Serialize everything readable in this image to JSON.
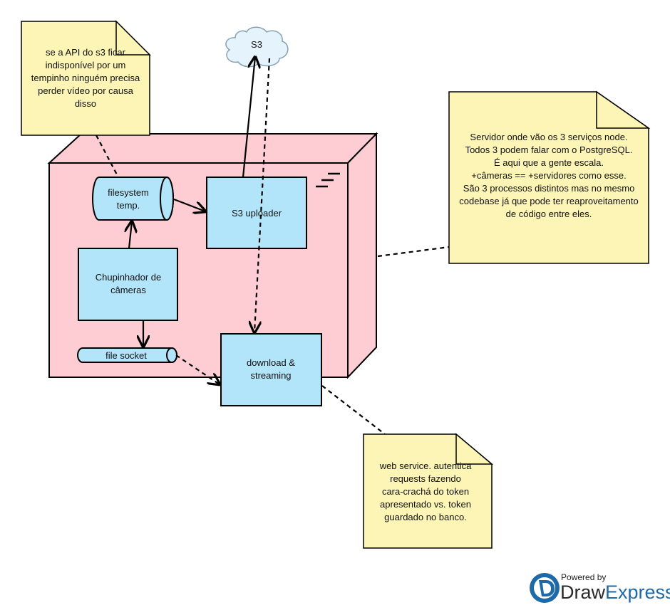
{
  "diagram": {
    "cloud": {
      "label": "S3"
    },
    "nodes": {
      "filesystem": {
        "line1": "filesystem",
        "line2": "temp."
      },
      "uploader": {
        "label": "S3 uploader"
      },
      "chupinhador": {
        "line1": "Chupinhador de",
        "line2": "câmeras"
      },
      "file_socket": {
        "label": "file socket"
      },
      "download": {
        "line1": "download &",
        "line2": "streaming"
      }
    },
    "notes": {
      "s3_api": {
        "lines": [
          "se a API do s3 ficar",
          "indisponível por um",
          "tempinho ninguém precisa",
          "perder vídeo por causa",
          "disso"
        ]
      },
      "server": {
        "lines": [
          "Servidor onde vão os 3 serviços node.",
          "Todos 3 podem falar com o PostgreSQL.",
          "É aqui que a gente escala.",
          "+câmeras == +servidores como esse.",
          "São 3 processos distintos mas no mesmo",
          "codebase já que pode ter reaproveitamento",
          "de código entre eles."
        ]
      },
      "web_service": {
        "lines": [
          "web service. autentica",
          "requests fazendo",
          "cara-crachá do token",
          "apresentado vs. token",
          "guardado no banco."
        ]
      }
    },
    "colors": {
      "server_fill": "#fdcdd3",
      "box_fill": "#b3e5fa",
      "note_fill": "#fdf5b6"
    }
  },
  "branding": {
    "powered_by": "Powered by",
    "draw": "Draw",
    "express": "Express"
  }
}
